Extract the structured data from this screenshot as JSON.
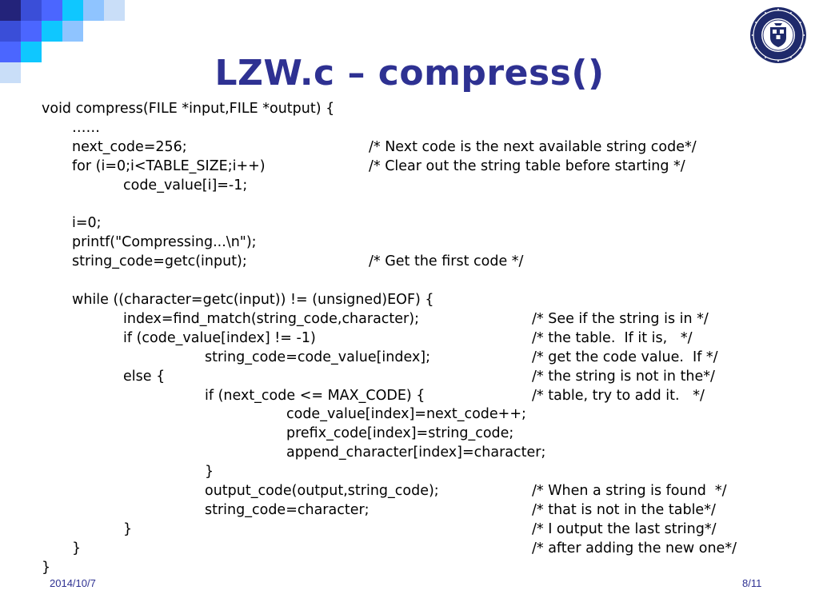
{
  "slide": {
    "title": "LZW.c – compress()",
    "date": "2014/10/7",
    "page": "8/11"
  },
  "logo": {
    "seal_text": "UNIVERSITY OF PITTSBURGH"
  },
  "colors": {
    "title": "#2e3192",
    "mosaic": [
      "#23237a",
      "#3a4ed8",
      "#4b66ff",
      "#0fc7ff",
      "#8fc4ff",
      "#c9def8"
    ]
  },
  "code": [
    {
      "indent": 0,
      "text": "void compress(FILE *input,FILE *output) {",
      "comment_col": 0,
      "comment": ""
    },
    {
      "indent": 1,
      "text": "……",
      "comment_col": 0,
      "comment": ""
    },
    {
      "indent": 1,
      "text": "next_code=256;",
      "comment_col": 1,
      "comment": "/* Next code is the next available string code*/"
    },
    {
      "indent": 1,
      "text": "for (i=0;i<TABLE_SIZE;i++)",
      "comment_col": 1,
      "comment": "/* Clear out the string table before starting */"
    },
    {
      "indent": 2,
      "text": "code_value[i]=-1;",
      "comment_col": 0,
      "comment": ""
    },
    {
      "indent": 0,
      "text": "",
      "comment_col": 0,
      "comment": ""
    },
    {
      "indent": 1,
      "text": "i=0;",
      "comment_col": 0,
      "comment": ""
    },
    {
      "indent": 1,
      "text": "printf(\"Compressing...\\n\");",
      "comment_col": 0,
      "comment": ""
    },
    {
      "indent": 1,
      "text": "string_code=getc(input);",
      "comment_col": 1,
      "comment": "/* Get the first code */"
    },
    {
      "indent": 0,
      "text": "",
      "comment_col": 0,
      "comment": ""
    },
    {
      "indent": 1,
      "text": "while ((character=getc(input)) != (unsigned)EOF) {",
      "comment_col": 0,
      "comment": ""
    },
    {
      "indent": 2,
      "text": "index=find_match(string_code,character);",
      "comment_col": 2,
      "comment": "/* See if the string is in */"
    },
    {
      "indent": 2,
      "text": "if (code_value[index] != -1)",
      "comment_col": 2,
      "comment": "/* the table.  If it is,   */"
    },
    {
      "indent": 3,
      "text": "string_code=code_value[index];",
      "comment_col": 2,
      "comment": "/* get the code value.  If */"
    },
    {
      "indent": 2,
      "text": "else {",
      "comment_col": 2,
      "comment": "/* the string is not in the*/"
    },
    {
      "indent": 3,
      "text": "if (next_code <= MAX_CODE) {",
      "comment_col": 2,
      "comment": "/* table, try to add it.   */"
    },
    {
      "indent": 4,
      "text": "code_value[index]=next_code++;",
      "comment_col": 0,
      "comment": ""
    },
    {
      "indent": 4,
      "text": "prefix_code[index]=string_code;",
      "comment_col": 0,
      "comment": ""
    },
    {
      "indent": 4,
      "text": "append_character[index]=character;",
      "comment_col": 0,
      "comment": ""
    },
    {
      "indent": 3,
      "text": "}",
      "comment_col": 0,
      "comment": ""
    },
    {
      "indent": 3,
      "text": "output_code(output,string_code);",
      "comment_col": 2,
      "comment": "/* When a string is found  */"
    },
    {
      "indent": 3,
      "text": "string_code=character;",
      "comment_col": 2,
      "comment": "/* that is not in the table*/"
    },
    {
      "indent": 2,
      "text": "}",
      "comment_col": 2,
      "comment": "/* I output the last string*/"
    },
    {
      "indent": 1,
      "text": "}",
      "comment_col": 2,
      "comment": "/* after adding the new one*/"
    },
    {
      "indent": 0,
      "text": "}",
      "comment_col": 0,
      "comment": ""
    }
  ]
}
